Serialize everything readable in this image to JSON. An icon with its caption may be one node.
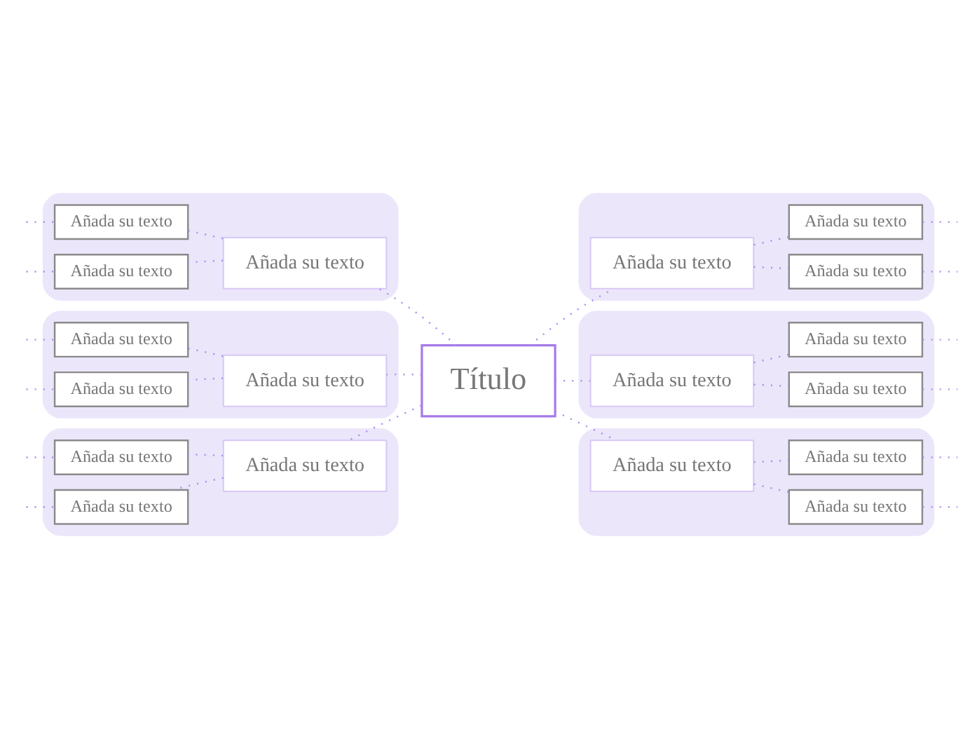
{
  "diagram": {
    "nodes": [
      {
        "text": [
          "Título"
        ]
      },
      {
        "text": [],
        "shape": "band"
      },
      {
        "text": [
          "Añada su texto"
        ],
        "in": 1
      },
      {
        "text": [
          "Añada su texto"
        ],
        "in": 1
      },
      {
        "text": [
          "Añada su texto"
        ],
        "in": 1
      },
      {
        "text": [],
        "shape": "band"
      },
      {
        "text": [
          "Añada su texto"
        ],
        "in": 5
      },
      {
        "text": [
          "Añada su texto"
        ],
        "in": 5
      },
      {
        "text": [
          "Añada su texto"
        ],
        "in": 5
      },
      {
        "text": [],
        "shape": "band"
      },
      {
        "text": [
          "Añada su texto"
        ],
        "in": 9
      },
      {
        "text": [
          "Añada su texto"
        ],
        "in": 9
      },
      {
        "text": [
          "Añada su texto"
        ],
        "in": 9
      },
      {
        "text": [],
        "shape": "band"
      },
      {
        "text": [
          "Añada su texto"
        ],
        "in": 13
      },
      {
        "text": [
          "Añada su texto"
        ],
        "in": 13
      },
      {
        "text": [
          "Añada su texto"
        ],
        "in": 13
      },
      {
        "text": [],
        "shape": "band"
      },
      {
        "text": [
          "Añada su texto"
        ],
        "in": 17
      },
      {
        "text": [
          "Añada su texto"
        ],
        "in": 17
      },
      {
        "text": [
          "Añada su texto"
        ],
        "in": 17
      },
      {
        "text": [],
        "shape": "band"
      },
      {
        "text": [
          "Añada su texto"
        ],
        "in": 21
      },
      {
        "text": [
          "Añada su texto"
        ],
        "in": 21
      },
      {
        "text": [
          "Añada su texto"
        ],
        "in": 21
      }
    ],
    "edges": [
      {
        "from": 0,
        "to": 2,
        "arrow": "none"
      },
      {
        "from": 2,
        "to": 3,
        "arrow": "none"
      },
      {
        "from": 2,
        "to": 4,
        "arrow": "none"
      },
      {
        "from": 3,
        "to": null,
        "arrow": "none"
      },
      {
        "from": 4,
        "to": null,
        "arrow": "none"
      },
      {
        "from": 0,
        "to": 6,
        "arrow": "none"
      },
      {
        "from": 6,
        "to": 7,
        "arrow": "none"
      },
      {
        "from": 6,
        "to": 8,
        "arrow": "none"
      },
      {
        "from": 7,
        "to": null,
        "arrow": "none"
      },
      {
        "from": 8,
        "to": null,
        "arrow": "none"
      },
      {
        "from": 0,
        "to": 10,
        "arrow": "none"
      },
      {
        "from": 10,
        "to": 11,
        "arrow": "none"
      },
      {
        "from": 10,
        "to": 12,
        "arrow": "none"
      },
      {
        "from": 11,
        "to": null,
        "arrow": "none"
      },
      {
        "from": 12,
        "to": null,
        "arrow": "none"
      },
      {
        "from": 0,
        "to": 14,
        "arrow": "none"
      },
      {
        "from": 14,
        "to": 15,
        "arrow": "none"
      },
      {
        "from": 14,
        "to": 16,
        "arrow": "none"
      },
      {
        "from": 15,
        "to": null,
        "arrow": "none"
      },
      {
        "from": 16,
        "to": null,
        "arrow": "none"
      },
      {
        "from": 0,
        "to": 18,
        "arrow": "none"
      },
      {
        "from": 18,
        "to": 19,
        "arrow": "none"
      },
      {
        "from": 18,
        "to": 20,
        "arrow": "none"
      },
      {
        "from": 19,
        "to": null,
        "arrow": "none"
      },
      {
        "from": 20,
        "to": null,
        "arrow": "none"
      },
      {
        "from": 0,
        "to": 22,
        "arrow": "none"
      },
      {
        "from": 22,
        "to": 23,
        "arrow": "none"
      },
      {
        "from": 22,
        "to": 24,
        "arrow": "none"
      },
      {
        "from": 23,
        "to": null,
        "arrow": "none"
      },
      {
        "from": 24,
        "to": null,
        "arrow": "none"
      }
    ]
  }
}
